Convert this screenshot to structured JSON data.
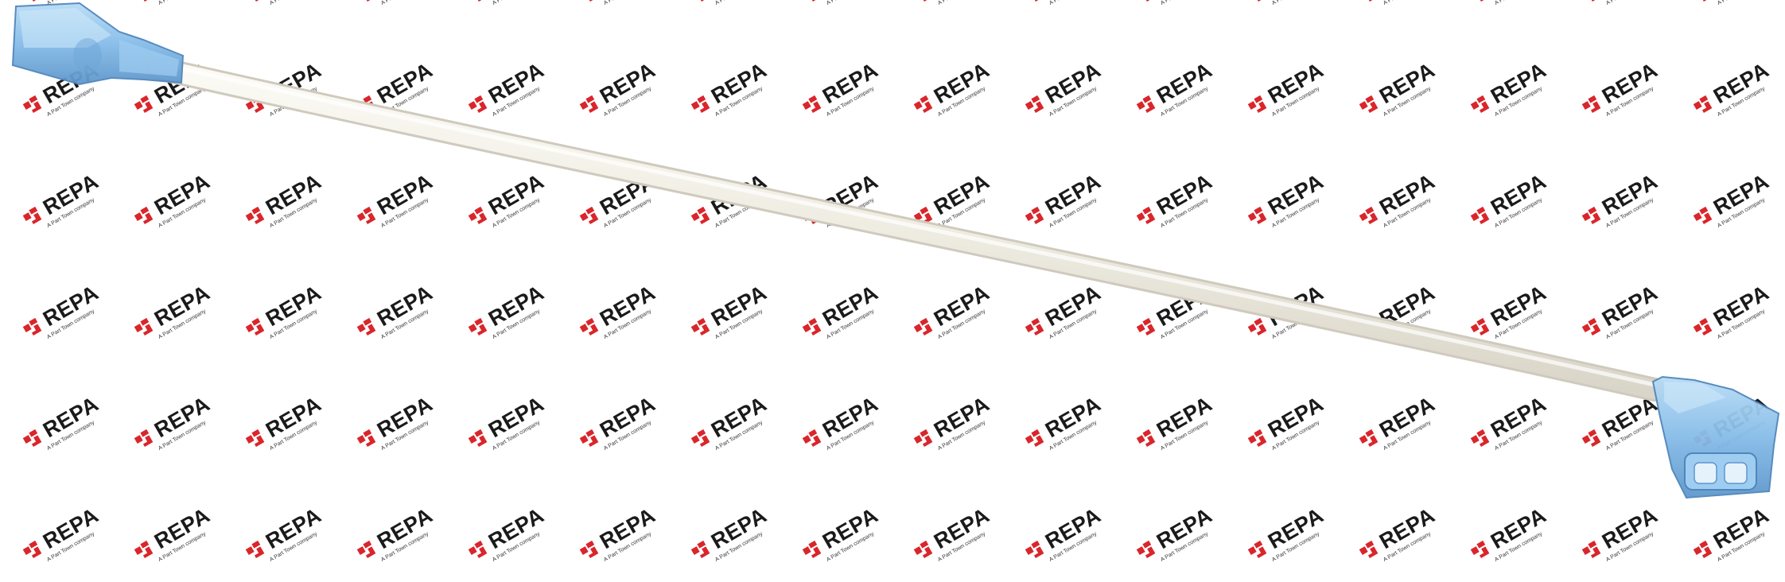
{
  "watermark": {
    "brand": "REPA",
    "tagline": "A Part Town company",
    "logo_color": "#d9262b"
  },
  "product": {
    "name": "cable-with-blue-female-spade-connectors",
    "cable_color": "#f2efe6",
    "connector_color": "#8fc3ec"
  }
}
